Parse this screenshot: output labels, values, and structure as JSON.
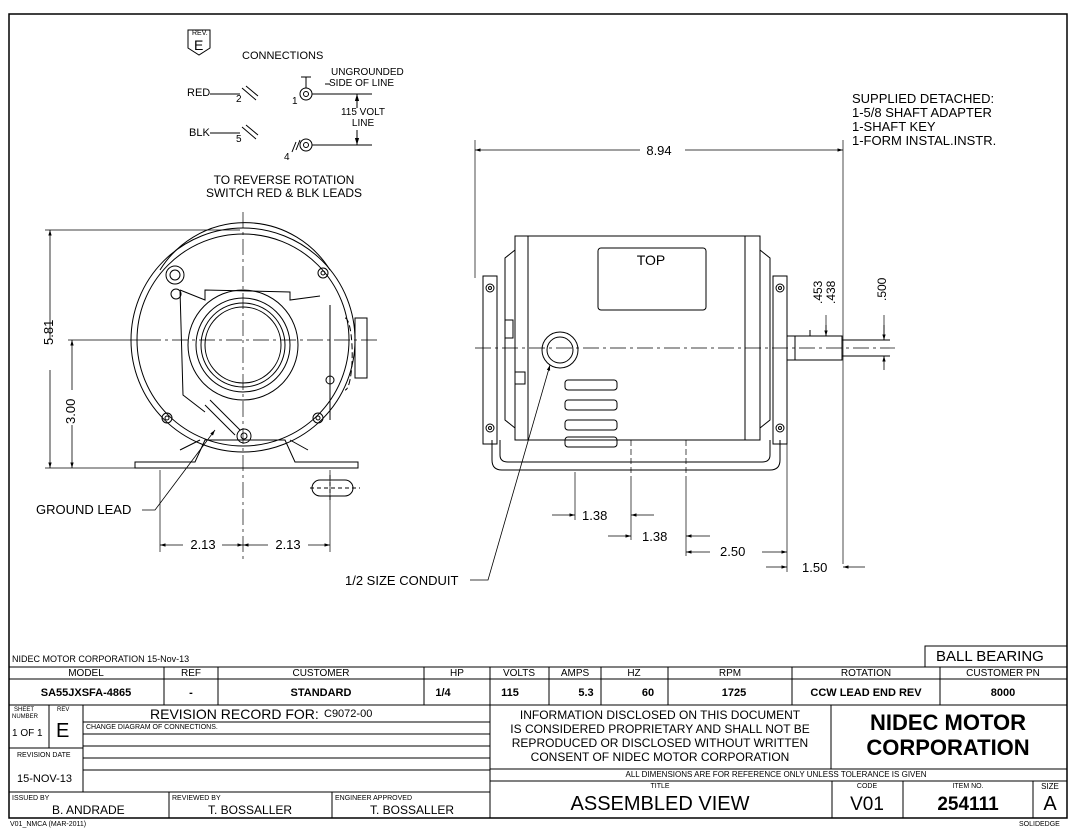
{
  "connections": {
    "rev_label": "REV.",
    "rev": "E",
    "title": "CONNECTIONS",
    "red": "RED",
    "blk": "BLK",
    "n1": "1",
    "n2": "2",
    "n4": "4",
    "n5": "5",
    "ungrounded_1": "UNGROUNDED",
    "ungrounded_2": "SIDE OF LINE",
    "volt_1": "115 VOLT",
    "volt_2": "LINE",
    "reverse_1": "TO REVERSE ROTATION",
    "reverse_2": "SWITCH RED & BLK LEADS"
  },
  "supplied": {
    "line1": "SUPPLIED DETACHED:",
    "line2": "1-5/8 SHAFT ADAPTER",
    "line3": "1-SHAFT KEY",
    "line4": "1-FORM INSTAL.INSTR."
  },
  "dims": {
    "overall_length": "8.94",
    "height": "5.81",
    "shaft_height": "3.00",
    "half_width_left": "2.13",
    "half_width_right": "2.13",
    "mount_a": "1.38",
    "mount_b": "1.38",
    "mount_c": "2.50",
    "shaft_len": "1.50",
    "shaft_d1": ".453",
    "shaft_d2": ".438",
    "shaft_d3": ".500"
  },
  "labels": {
    "top": "TOP",
    "ground_lead": "GROUND LEAD",
    "conduit": "1/2 SIZE CONDUIT"
  },
  "title_block": {
    "company_date": "NIDEC MOTOR CORPORATION 15-Nov-13",
    "bearing": "BALL BEARING",
    "headers": {
      "model": "MODEL",
      "ref": "REF",
      "customer": "CUSTOMER",
      "hp": "HP",
      "volts": "VOLTS",
      "amps": "AMPS",
      "hz": "HZ",
      "rpm": "RPM",
      "rotation": "ROTATION",
      "customer_pn": "CUSTOMER PN"
    },
    "values": {
      "model": "SA55JXSFA-4865",
      "ref": "-",
      "customer": "STANDARD",
      "hp": "1/4",
      "volts": "115",
      "amps": "5.3",
      "hz": "60",
      "rpm": "1725",
      "rotation": "CCW LEAD END REV",
      "customer_pn": "8000"
    },
    "sheet_label_1": "SHEET",
    "sheet_label_2": "NUMBER",
    "sheet_value": "1 OF 1",
    "rev_label": "REV",
    "rev_value": "E",
    "revision_record_label": "REVISION RECORD FOR:",
    "revision_record_value": "C9072-00",
    "change_text": "CHANGE DIAGRAM OF CONNECTIONS.",
    "revision_date_label": "REVISION DATE",
    "revision_date": "15-NOV-13",
    "notice_1": "INFORMATION DISCLOSED ON THIS DOCUMENT",
    "notice_2": "IS CONSIDERED PROPRIETARY AND SHALL NOT BE",
    "notice_3": "REPRODUCED OR DISCLOSED WITHOUT WRITTEN",
    "notice_4": "CONSENT OF NIDEC MOTOR CORPORATION",
    "corp_1": "NIDEC MOTOR",
    "corp_2": "CORPORATION",
    "dim_note": "ALL DIMENSIONS ARE FOR REFERENCE ONLY UNLESS TOLERANCE IS GIVEN",
    "issued_by_label": "ISSUED BY",
    "issued_by": "B. ANDRADE",
    "reviewed_by_label": "REVIEWED BY",
    "reviewed_by": "T. BOSSALLER",
    "engineer_label": "ENGINEER APPROVED",
    "engineer": "T. BOSSALLER",
    "title_label": "TITLE",
    "title": "ASSEMBLED VIEW",
    "code_label": "CODE",
    "code": "V01",
    "item_label": "ITEM NO.",
    "item": "254111",
    "size_label": "SIZE",
    "size": "A",
    "form": "V01_NMCA (MAR-2011)",
    "software": "SOLIDEDGE"
  }
}
